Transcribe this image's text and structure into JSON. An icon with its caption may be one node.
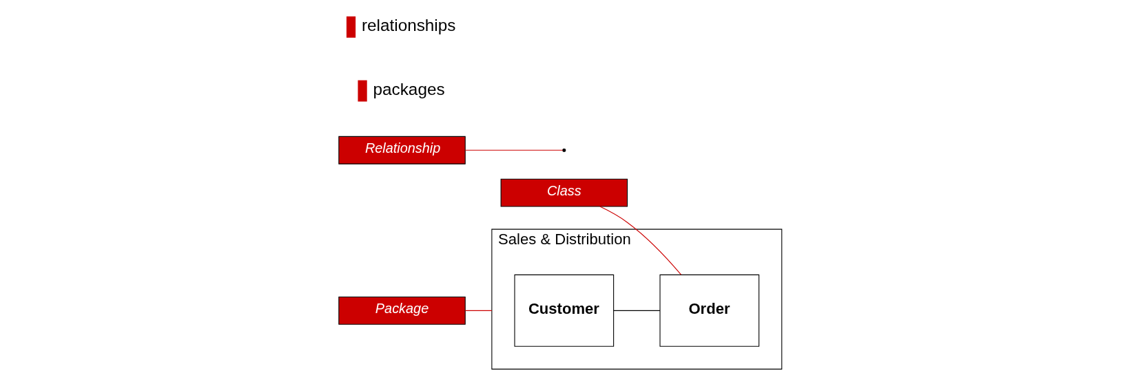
{
  "diagram": {
    "nodes": [
      {
        "text": [
          "Sales & Distribution"
        ]
      },
      {
        "text": [
          "Customer"
        ],
        "in": 0
      },
      {
        "text": [
          "Order"
        ],
        "in": 0
      },
      {
        "text": [
          "Package"
        ]
      },
      {
        "text": [
          "Relationship"
        ]
      },
      {
        "text": [
          "Class"
        ]
      }
    ],
    "edges": [
      {
        "from": 1,
        "to": 2,
        "arrow": "none",
        "color": "#000000"
      },
      {
        "from": 3,
        "to": 0,
        "arrow": "none",
        "color": "#cc0000"
      },
      {
        "from": 4,
        "to": null,
        "arrow": "none",
        "color": "#cc0000"
      },
      {
        "from": 5,
        "to": 2,
        "arrow": "none",
        "color": "#cc0000"
      }
    ],
    "labels": [
      "relationships",
      "packages"
    ]
  }
}
